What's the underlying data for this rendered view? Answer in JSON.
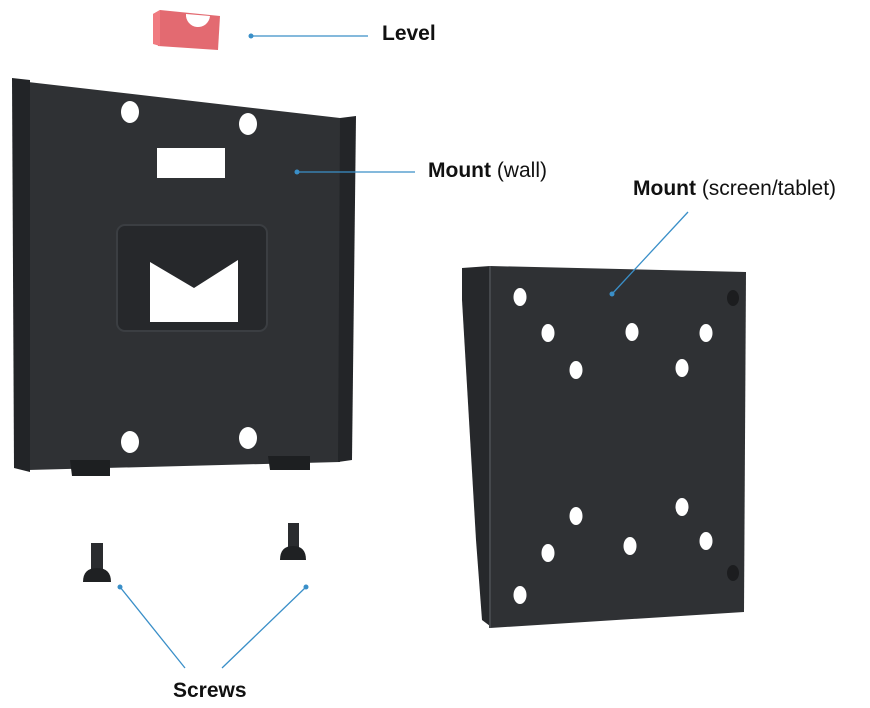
{
  "labels": {
    "level": "Level",
    "mount_wall_bold": "Mount",
    "mount_wall_note": " (wall)",
    "mount_screen_bold": "Mount",
    "mount_screen_note": " (screen/tablet)",
    "screws": "Screws"
  },
  "colors": {
    "leader": "#3a8fc8",
    "level_part": "#e0636b",
    "mount_metal": "#2c2e31"
  }
}
